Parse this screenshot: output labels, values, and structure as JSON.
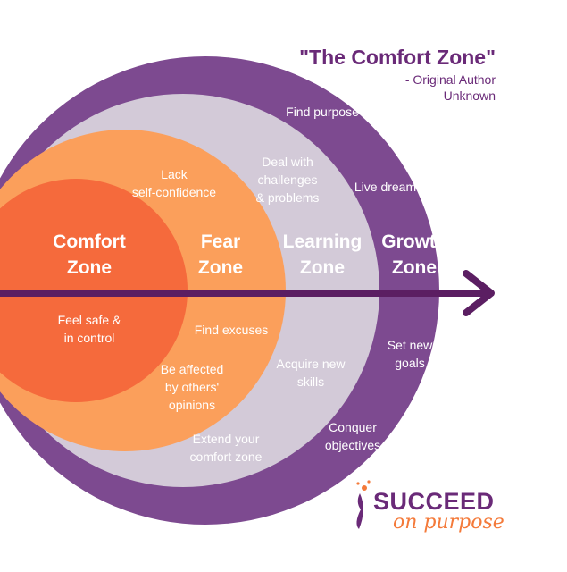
{
  "title": "\"The Comfort Zone\"",
  "author": "- Original Author\nUnknown",
  "zones": {
    "comfort": "Comfort\nZone",
    "fear": "Fear\nZone",
    "learning": "Learning\nZone",
    "growth": "Growth\nZone"
  },
  "labels": {
    "feel_safe": "Feel safe &\nin control",
    "lack_confidence": "Lack\nself-confidence",
    "find_excuses": "Find excuses",
    "affected": "Be affected\nby others'\nopinions",
    "deal_challenges": "Deal with\nchallenges\n& problems",
    "acquire_skills": "Acquire new\nskills",
    "extend_zone": "Extend your\ncomfort zone",
    "find_purpose": "Find purpose",
    "live_dreams": "Live dreams",
    "set_goals": "Set new\ngoals",
    "conquer": "Conquer\nobjectives"
  },
  "logo": {
    "top": "SUCCEED",
    "bottom": "on purpose"
  },
  "colors": {
    "growth": "#7d4a90",
    "learning": "#d3cad8",
    "fear": "#fb9f5b",
    "comfort": "#f56a3c",
    "arrow": "#5b1e62",
    "title": "#6a2a78"
  }
}
